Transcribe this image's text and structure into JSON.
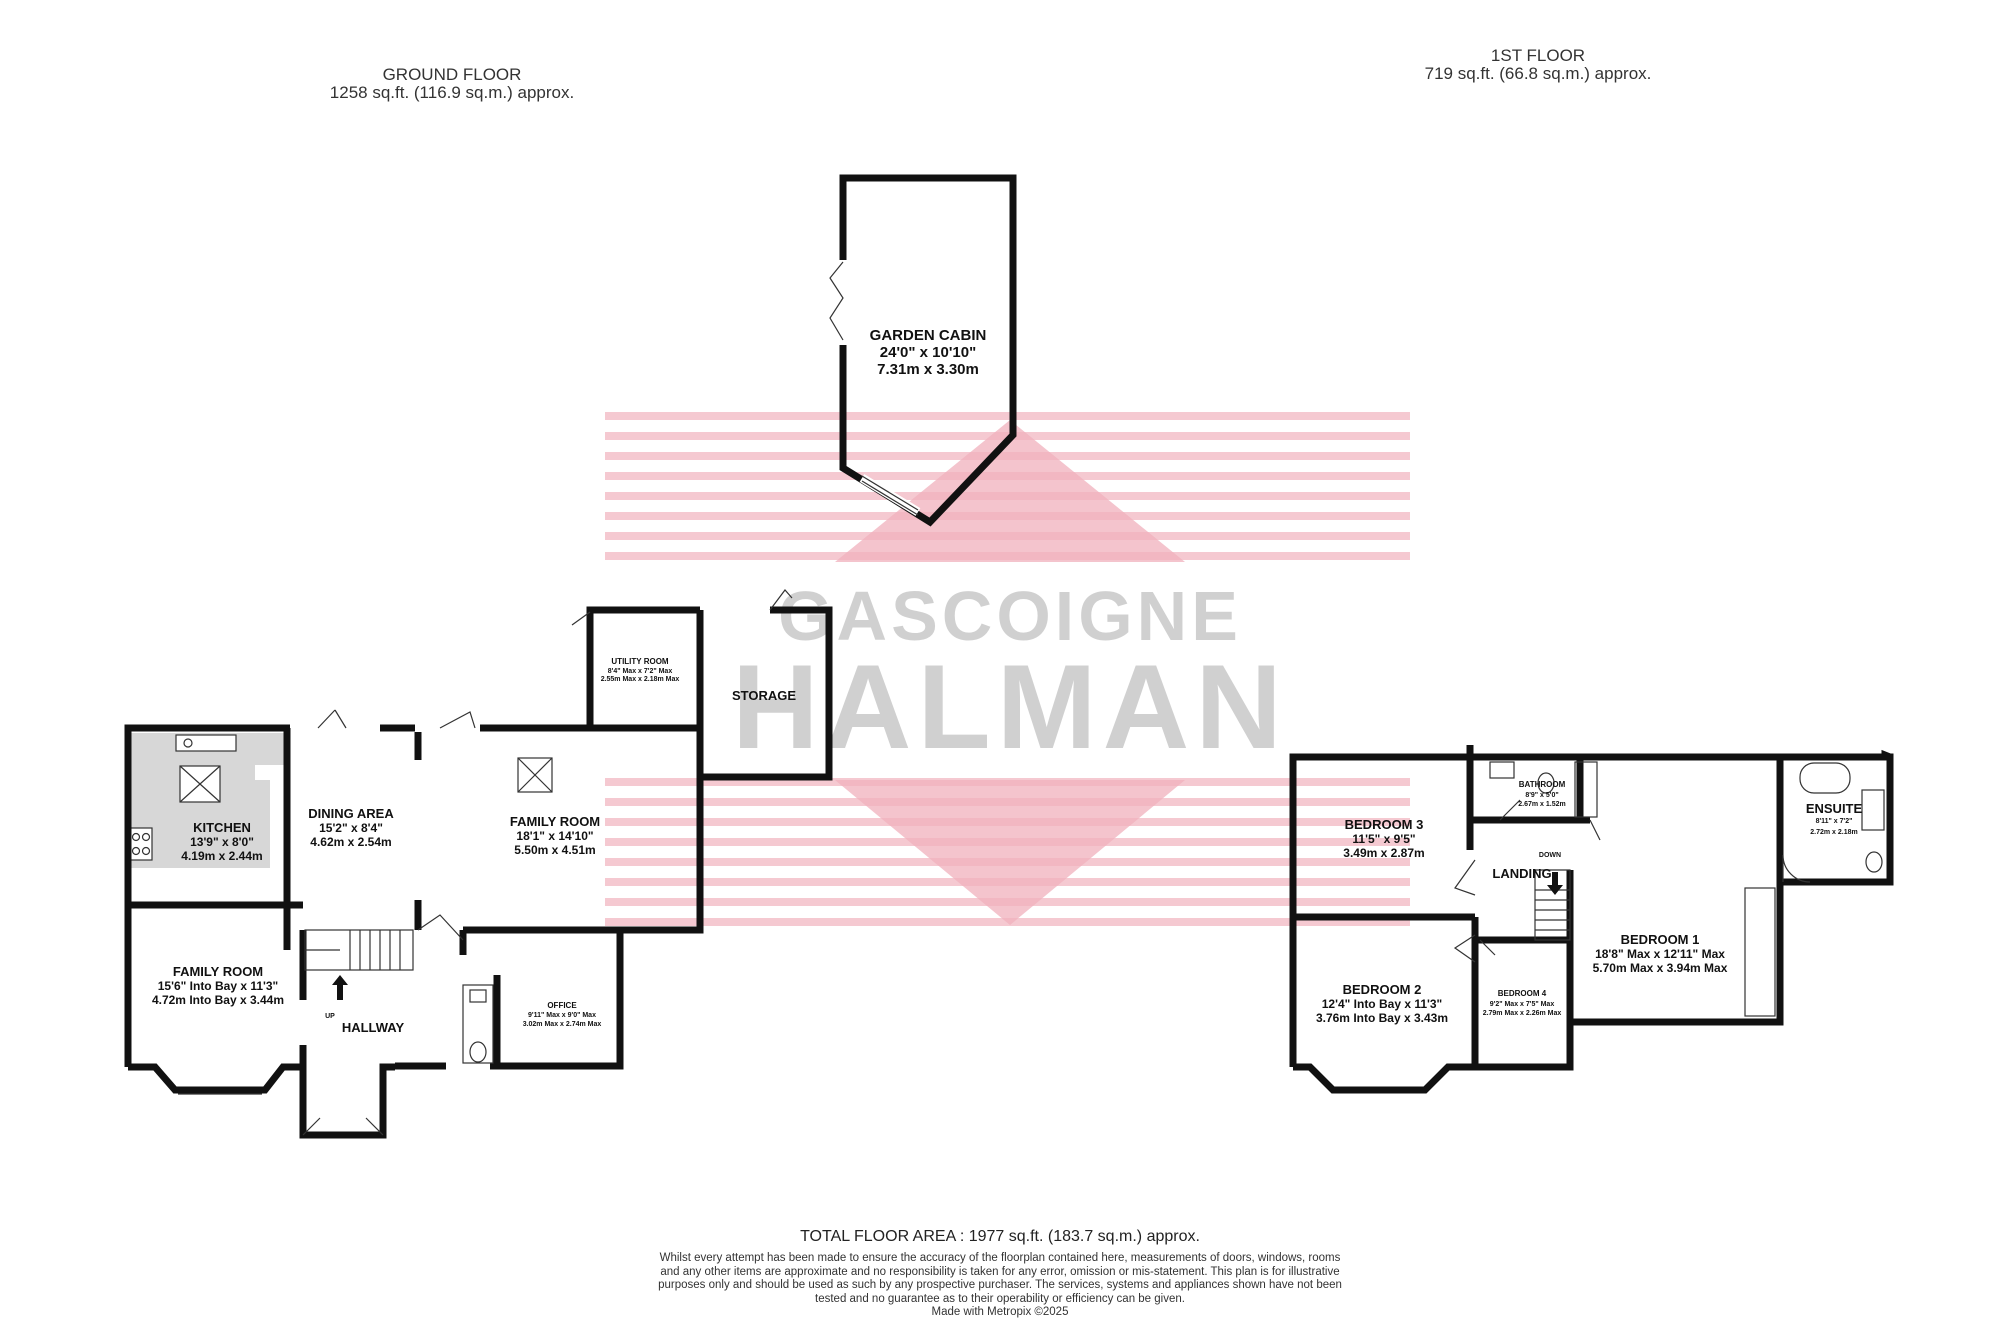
{
  "colors": {
    "wall": "#111111",
    "watermark_stripe": "#f2b7c2",
    "watermark_logo": "#f0b0bc",
    "kitchen_fill": "#d7d7d7"
  },
  "ground_floor": {
    "title": "GROUND FLOOR",
    "area": "1258 sq.ft. (116.9 sq.m.) approx.",
    "rooms": {
      "kitchen": {
        "name": "KITCHEN",
        "imperial": "13'9\" x 8'0\"",
        "metric": "4.19m x 2.44m"
      },
      "dining": {
        "name": "DINING AREA",
        "imperial": "15'2\" x 8'4\"",
        "metric": "4.62m x 2.54m"
      },
      "family_large": {
        "name": "FAMILY ROOM",
        "imperial": "18'1\" x 14'10\"",
        "metric": "5.50m x 4.51m"
      },
      "utility": {
        "name": "UTILITY ROOM",
        "imperial": "8'4\" Max x 7'2\" Max",
        "metric": "2.55m Max x 2.18m Max"
      },
      "storage": {
        "name": "STORAGE"
      },
      "family_front": {
        "name": "FAMILY ROOM",
        "imperial": "15'6\" Into Bay x 11'3\"",
        "metric": "4.72m Into Bay x 3.44m"
      },
      "hallway": {
        "name": "HALLWAY",
        "stair_label": "UP"
      },
      "office": {
        "name": "OFFICE",
        "imperial": "9'11\" Max x 9'0\" Max",
        "metric": "3.02m Max x 2.74m Max"
      }
    }
  },
  "garden_cabin": {
    "name": "GARDEN CABIN",
    "imperial": "24'0\" x 10'10\"",
    "metric": "7.31m x 3.30m"
  },
  "first_floor": {
    "title": "1ST FLOOR",
    "area": "719 sq.ft. (66.8 sq.m.) approx.",
    "rooms": {
      "bedroom3": {
        "name": "BEDROOM 3",
        "imperial": "11'5\" x 9'5\"",
        "metric": "3.49m x 2.87m"
      },
      "bathroom": {
        "name": "BATHROOM",
        "imperial": "8'9\" x 5'0\"",
        "metric": "2.67m x 1.52m"
      },
      "ensuite": {
        "name": "ENSUITE",
        "imperial": "8'11\" x 7'2\"",
        "metric": "2.72m x 2.18m"
      },
      "landing": {
        "name": "LANDING",
        "stair_label": "DOWN"
      },
      "bedroom1": {
        "name": "BEDROOM 1",
        "imperial": "18'8\" Max x 12'11\" Max",
        "metric": "5.70m Max x 3.94m Max"
      },
      "bedroom2": {
        "name": "BEDROOM 2",
        "imperial": "12'4\" Into Bay x 11'3\"",
        "metric": "3.76m Into Bay x 3.43m"
      },
      "bedroom4": {
        "name": "BEDROOM 4",
        "imperial": "9'2\" Max x 7'5\" Max",
        "metric": "2.79m Max x 2.26m Max"
      }
    }
  },
  "watermark": {
    "line1": "GASCOIGNE",
    "line2": "HALMAN"
  },
  "footer": {
    "total": "TOTAL FLOOR AREA : 1977 sq.ft. (183.7 sq.m.) approx.",
    "disclaimer": "Whilst every attempt has been made to ensure the accuracy of the floorplan contained here, measurements of doors, windows, rooms and any other items are approximate and no responsibility is taken for any error, omission or mis-statement. This plan is for illustrative purposes only and should be used as such by any prospective purchaser. The services, systems and appliances shown have not been tested and no guarantee as to their operability or efficiency can be given.",
    "credit": "Made with Metropix ©2025"
  }
}
